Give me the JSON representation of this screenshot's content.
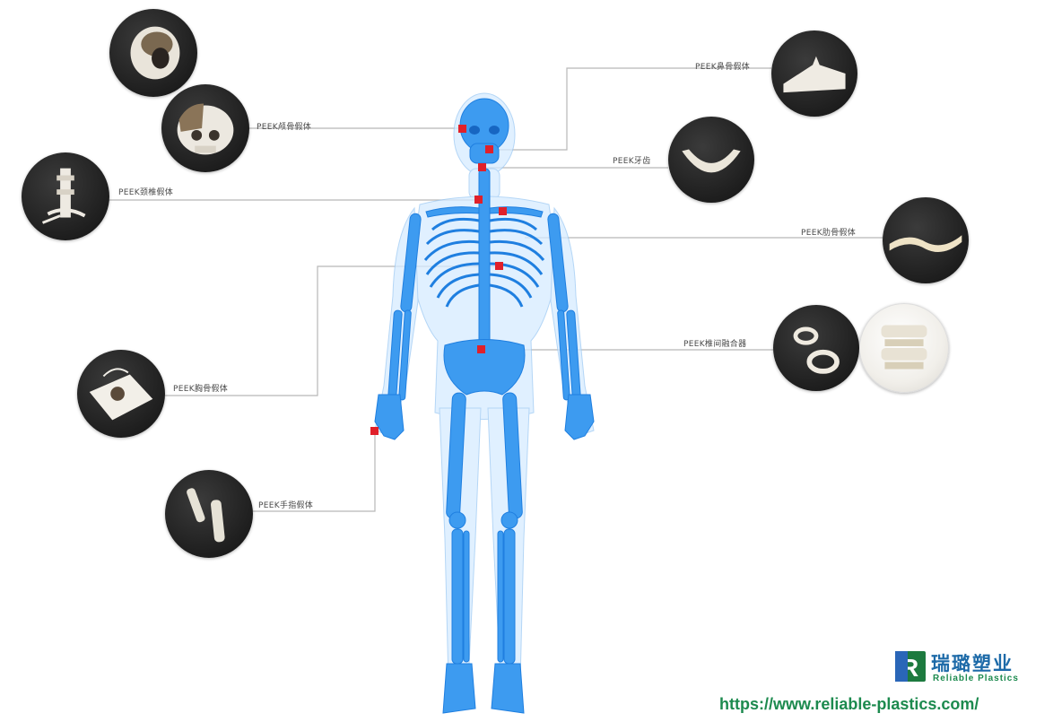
{
  "labels": {
    "skull": "PEEK颅骨假体",
    "cervical": "PEEK颈椎假体",
    "chest": "PEEK胸骨假体",
    "finger": "PEEK手指假体",
    "nose": "PEEK鼻骨假体",
    "teeth": "PEEK牙齿",
    "rib": "PEEK肋骨假体",
    "fusion": "PEEK椎间融合器"
  },
  "brand": {
    "name_cn": "瑞璐塑业",
    "name_en": "Reliable  Plastics",
    "logo_letter": "R",
    "url": "https://www.reliable-plastics.com/"
  },
  "colors": {
    "skeleton": "#4aa3f0",
    "skeleton_dark": "#1f7fe0",
    "marker": "#e0202a",
    "leader_line": "#b8b8b8",
    "circle_bg": "#222222",
    "brand_green": "#1c8a4e",
    "brand_blue": "#1d6aa8"
  },
  "icons": [
    "skull-implant-icon",
    "cranial-implant-icon",
    "cervical-implant-icon",
    "chest-implant-icon",
    "finger-implant-icon",
    "nose-implant-icon",
    "teeth-implant-icon",
    "rib-implant-icon",
    "fusion-cage-icon",
    "spine-model-icon"
  ]
}
